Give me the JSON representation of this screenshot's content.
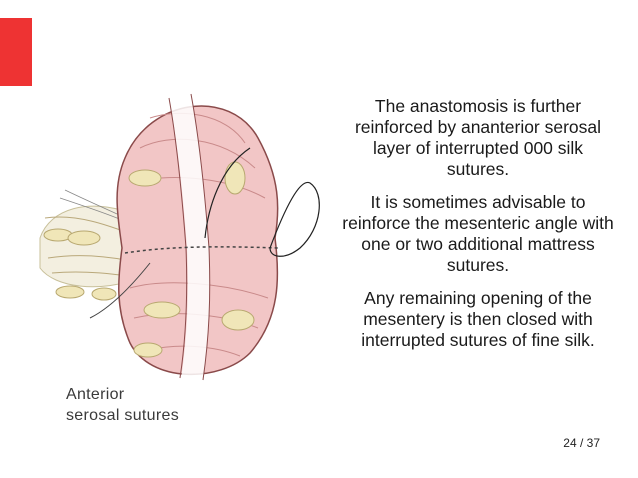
{
  "slide": {
    "accent_color": "#ee3333",
    "caption_lines": [
      "Anterior",
      "serosal sutures"
    ],
    "paragraphs": [
      "The anastomosis is further reinforced by ananterior serosal layer of interrupted 000 silk sutures.",
      "It is sometimes advisable to reinforce the mesenteric angle with one or two additional mattress sutures.",
      "Any remaining opening of the mesentery is then closed with interrupted sutures of fine silk."
    ],
    "page_number": "24 / 37"
  }
}
